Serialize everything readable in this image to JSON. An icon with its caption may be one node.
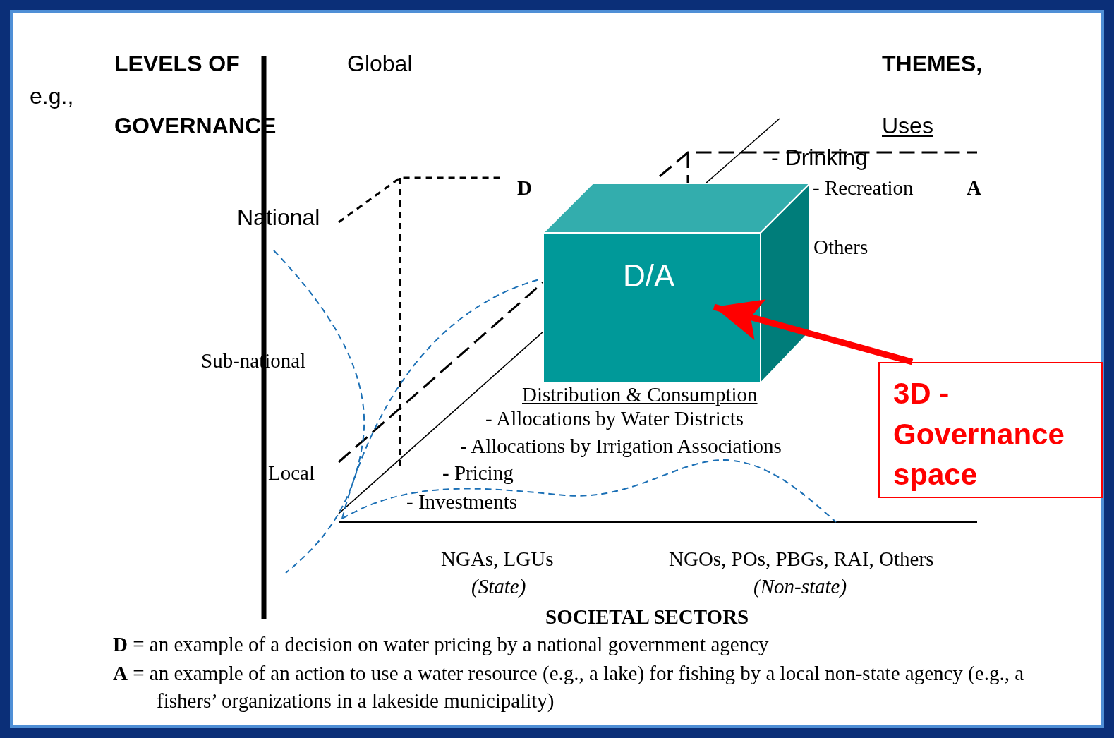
{
  "diagram": {
    "nodes": [
      {
        "text": [
          "D/A"
        ]
      },
      {
        "text": [
          "3D - Governance space"
        ]
      }
    ],
    "edges": [
      {
        "from": 1,
        "to": 0,
        "arrow": "to",
        "color": "#ff0000"
      }
    ],
    "labels": [
      "LEVELS OF",
      "Global",
      "THEMES,",
      "e.g.,",
      "GOVERNANCE",
      "Uses",
      "- Drinking",
      "D",
      "- Recreation",
      "A",
      "National",
      "Others",
      "Sub-national",
      "Distribution & Consumption",
      "- Allocations by Water Districts",
      "- Allocations by Irrigation Associations",
      "Local",
      "- Pricing",
      "- Investments",
      "NGAs, LGUs",
      "NGOs, POs, PBGs, RAI, Others",
      "(State)",
      "(Non-state)",
      "SOCIETAL SECTORS",
      "**D** = an example of a decision on water pricing by a national government agency",
      "**A** = an example of an action to use a water resource (e.g., a lake) for fishing by a local non-state agency (e.g., a fishers’ organizations in a lakeside municipality)"
    ]
  }
}
